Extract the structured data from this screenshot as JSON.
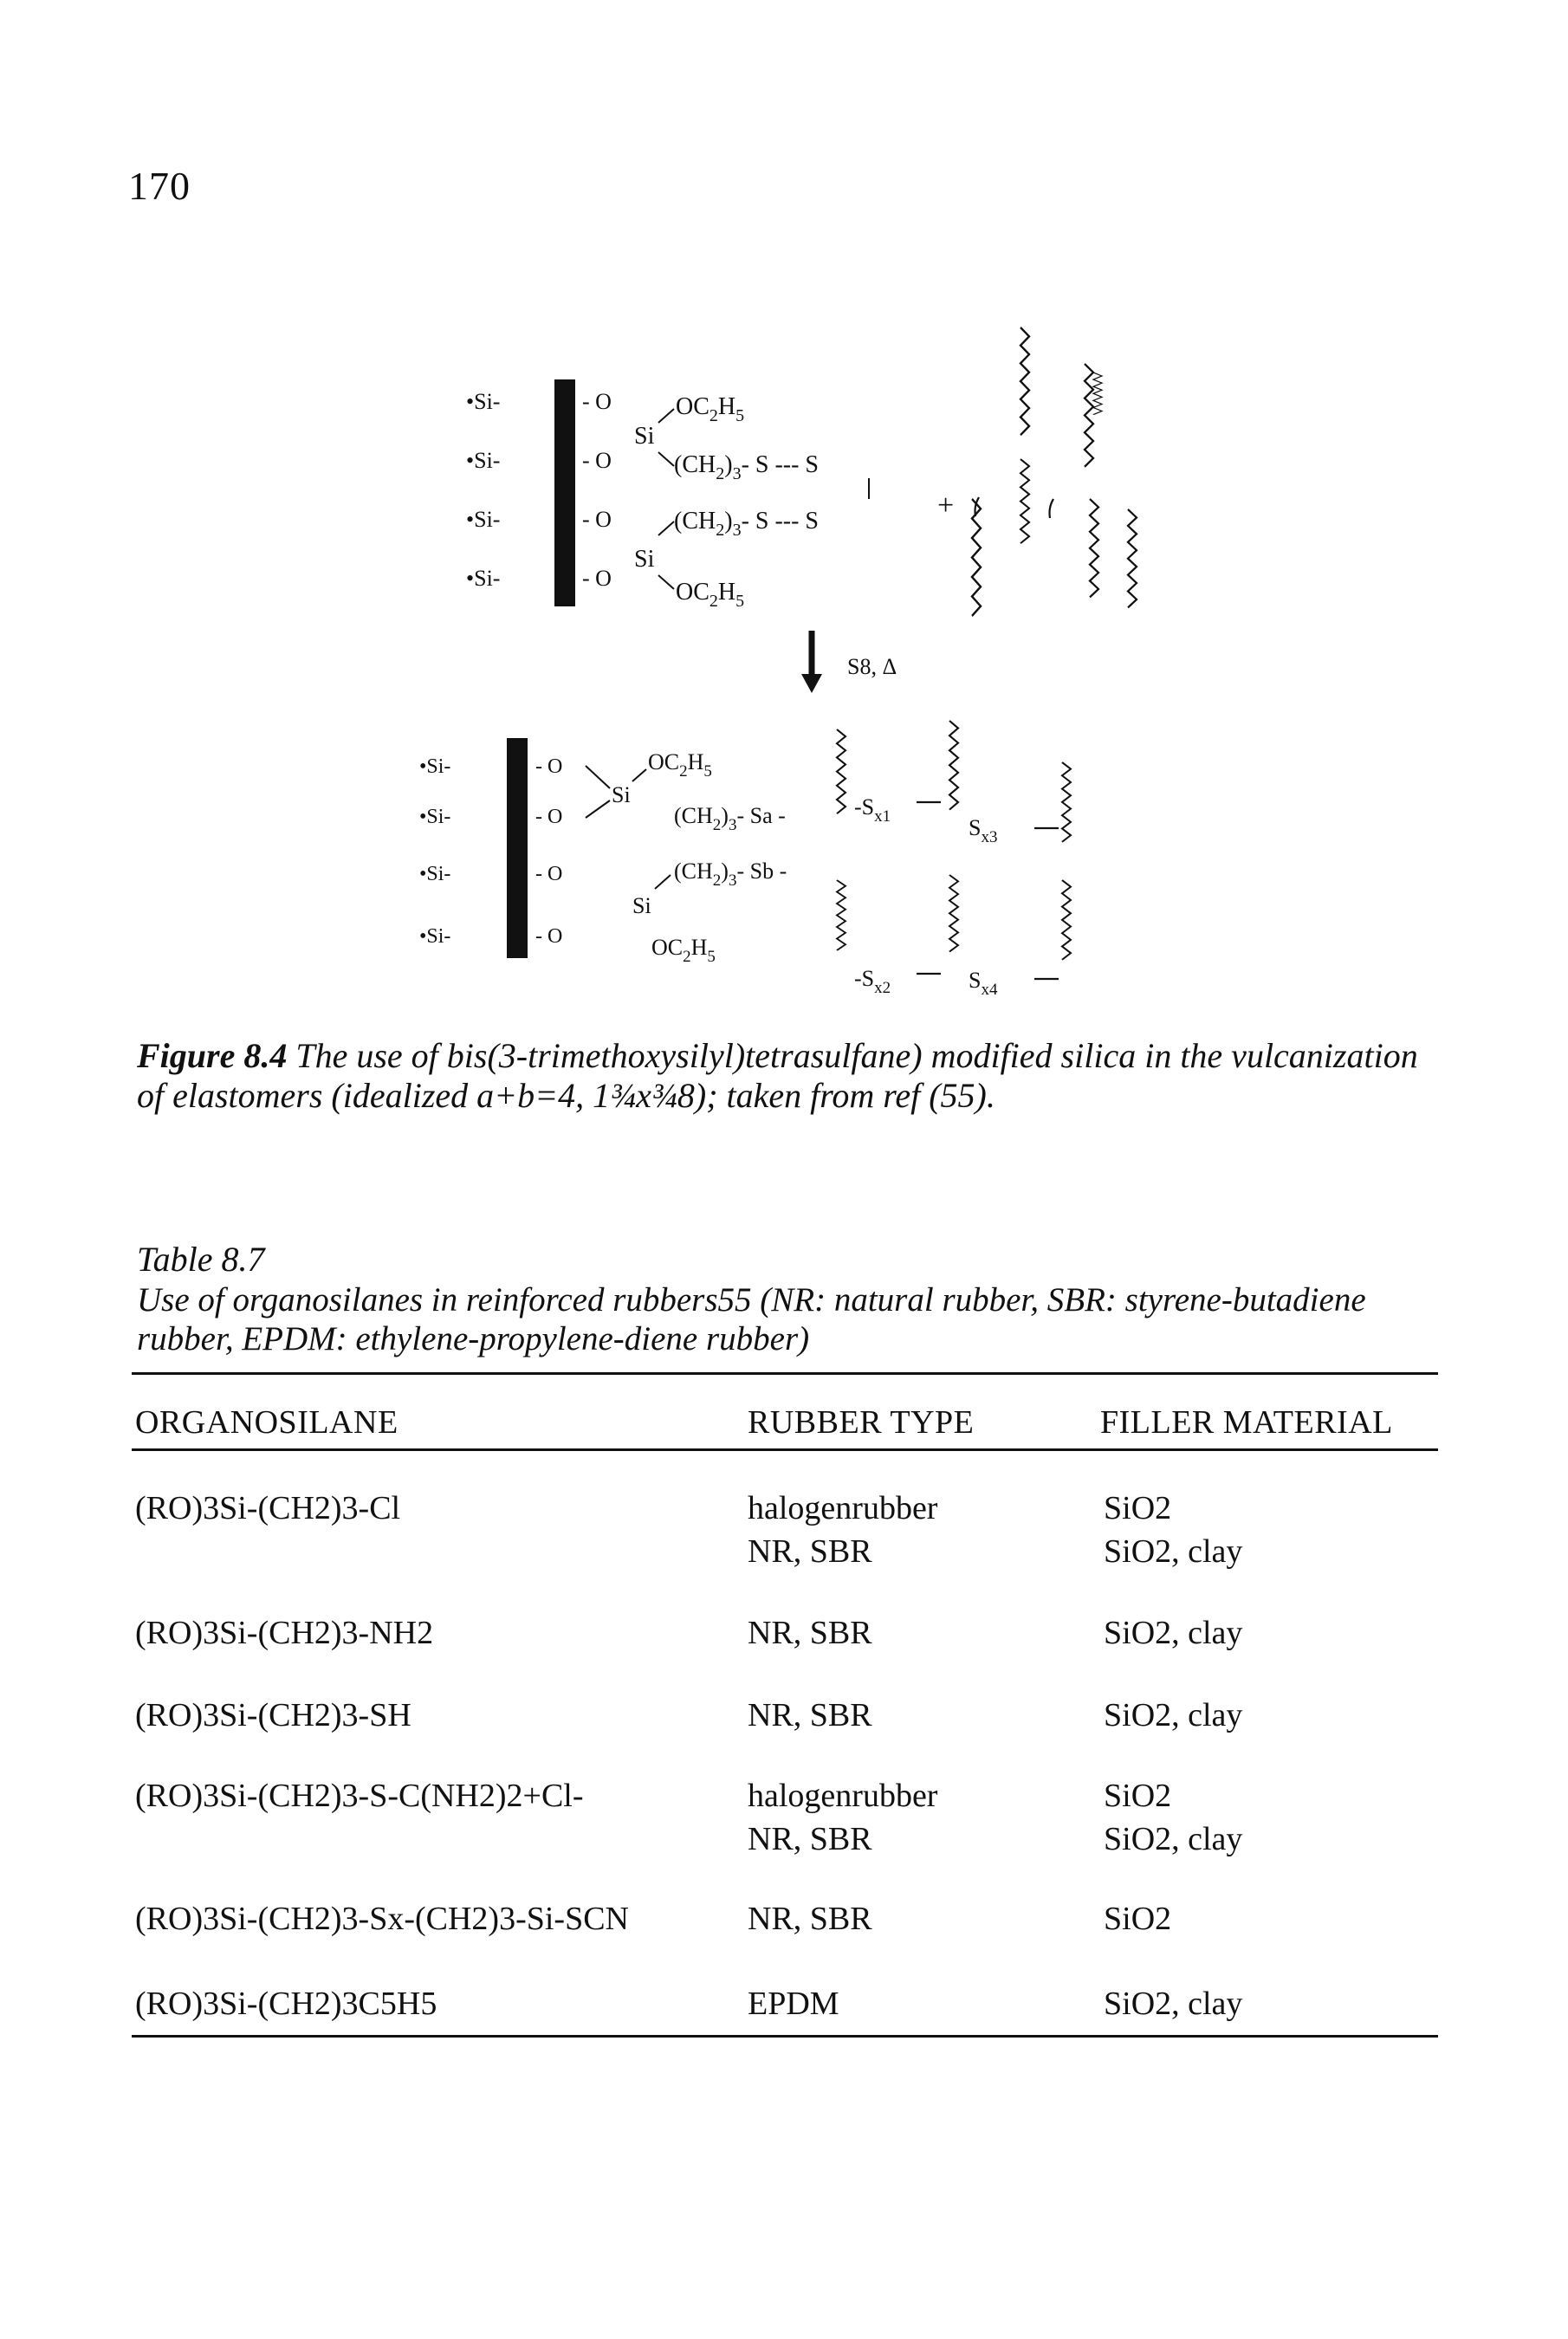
{
  "page": {
    "number": "170"
  },
  "figure": {
    "label": "Figure 8.4",
    "caption": "The use of bis(3-trimethoxysilyl)tetrasulfane) modified silica in the vulcanization of elastomers (idealized a+b=4, 1¾x¾8); taken from ref (55).",
    "arrow_label": "S8, Δ",
    "plus": "+"
  },
  "table": {
    "title": "Table 8.7",
    "caption": "Use of organosilanes in reinforced rubbers55 (NR: natural rubber, SBR: styrene-butadiene rubber, EPDM: ethylene-propylene-diene rubber)",
    "headers": [
      "ORGANOSILANE",
      "RUBBER TYPE",
      "FILLER MATERIAL"
    ],
    "rows": [
      {
        "organosilane": "(RO)3Si-(CH2)3-Cl",
        "rubber": [
          "halogenrubber",
          "NR, SBR"
        ],
        "filler": [
          "SiO2",
          "SiO2, clay"
        ]
      },
      {
        "organosilane": "(RO)3Si-(CH2)3-NH2",
        "rubber": [
          "NR, SBR"
        ],
        "filler": [
          "SiO2, clay"
        ]
      },
      {
        "organosilane": "(RO)3Si-(CH2)3-SH",
        "rubber": [
          "NR, SBR"
        ],
        "filler": [
          "SiO2, clay"
        ]
      },
      {
        "organosilane": "(RO)3Si-(CH2)3-S-C(NH2)2+Cl-",
        "rubber": [
          "halogenrubber",
          "NR, SBR"
        ],
        "filler": [
          "SiO2",
          "SiO2, clay"
        ]
      },
      {
        "organosilane": "(RO)3Si-(CH2)3-Sx-(CH2)3-Si-SCN",
        "rubber": [
          "NR, SBR"
        ],
        "filler": [
          "SiO2"
        ]
      },
      {
        "organosilane": "(RO)3Si-(CH2)3C5H5",
        "rubber": [
          "EPDM"
        ],
        "filler": [
          "SiO2, clay"
        ]
      }
    ]
  }
}
